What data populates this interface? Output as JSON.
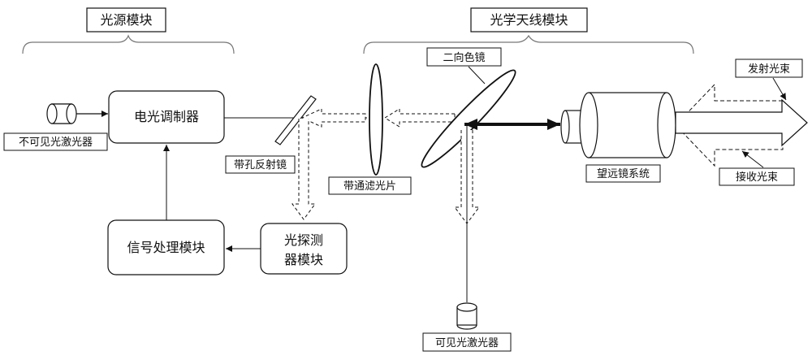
{
  "sections": {
    "light_source_module": "光源模块",
    "optical_antenna_module": "光学天线模块"
  },
  "blocks": {
    "eo_modulator": "电光调制器",
    "signal_processing": "信号处理模块",
    "photodetector_line1": "光探测",
    "photodetector_line2": "器模块"
  },
  "components": {
    "invisible_laser": "不可见光激光器",
    "visible_laser": "可见光激光器",
    "holed_mirror": "带孔反射镜",
    "bandpass_filter": "带通滤光片",
    "dichroic_mirror": "二向色镜",
    "telescope_system": "望远镜系统"
  },
  "beams": {
    "transmit_beam": "发射光束",
    "receive_beam": "接收光束"
  }
}
